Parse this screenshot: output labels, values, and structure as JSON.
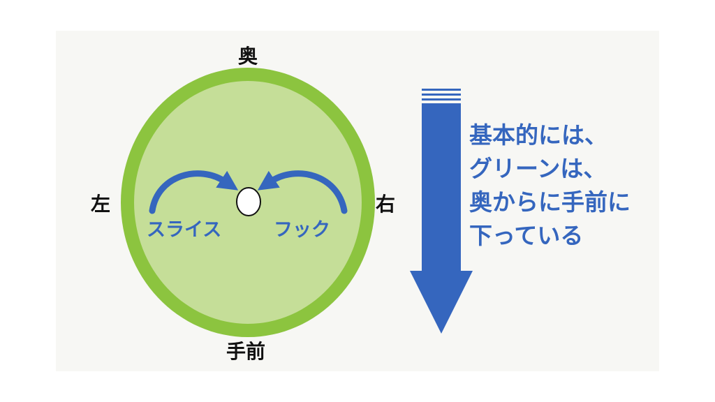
{
  "directions": {
    "back": "奥",
    "front": "手前",
    "left": "左",
    "right": "右"
  },
  "curves": {
    "slice": "スライス",
    "hook": "フック"
  },
  "note_lines": [
    "基本的には、",
    "グリーンは、",
    "奥からに手前に",
    "下っている"
  ],
  "colors": {
    "green_ring": "#8cc43f",
    "green_fill": "#c5de98",
    "accent_blue": "#3566be",
    "hole": "#ffffff"
  }
}
